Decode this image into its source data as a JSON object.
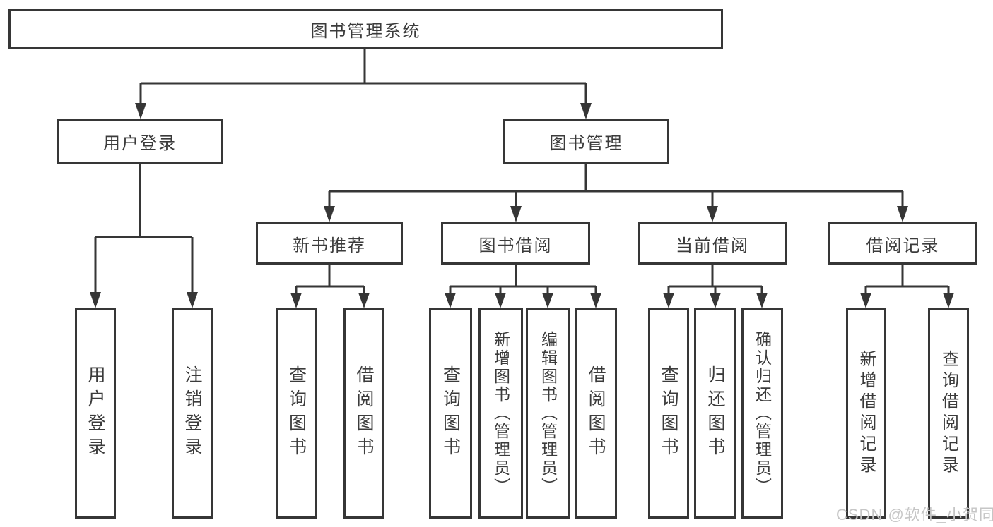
{
  "diagram": {
    "root": "图书管理系统",
    "branches": {
      "user": {
        "label": "用户登录",
        "children": [
          "用户登录",
          "注销登录"
        ]
      },
      "management": {
        "label": "图书管理",
        "sections": [
          {
            "label": "新书推荐",
            "children": [
              "查询图书",
              "借阅图书"
            ]
          },
          {
            "label": "图书借阅",
            "children": [
              "查询图书",
              "新增图书（管理员）",
              "编辑图书（管理员）",
              "借阅图书"
            ]
          },
          {
            "label": "当前借阅",
            "children": [
              "查询图书",
              "归还图书",
              "确认归还（管理员）"
            ]
          },
          {
            "label": "借阅记录",
            "children": [
              "新增借阅记录",
              "查询借阅记录"
            ]
          }
        ]
      }
    }
  },
  "watermark": "CSDN @软件_小贺同学",
  "colors": {
    "line": "#363636",
    "text": "#3b3b3b",
    "watermark": "#c6c6c6",
    "background": "#ffffff"
  }
}
